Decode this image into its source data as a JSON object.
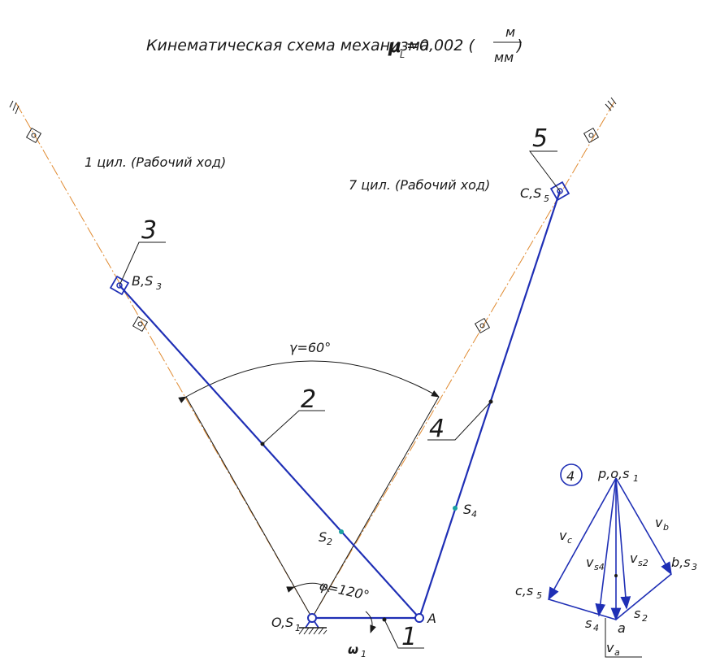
{
  "title": {
    "text": "Кинематическая схема механизма",
    "mu_symbol": "μ",
    "mu_sub": "L",
    "value": "=0,002 (",
    "unit_num": "м",
    "unit_den": "мм",
    "close": ")"
  },
  "cylinders": {
    "left": "1 цил. (Рабочий ход)",
    "right": "7 цил. (Рабочий ход)"
  },
  "angles": {
    "gamma": "γ=60°",
    "phi": "φ=120°",
    "omega_symbol": "ω",
    "omega_sub": "1"
  },
  "link_numbers": {
    "crank": "1",
    "rod_left": "2",
    "slider_left": "3",
    "rod_right": "4",
    "slider_right": "5"
  },
  "points": {
    "O": {
      "main": "O,S",
      "sub": "1"
    },
    "A": {
      "main": "A",
      "sub": ""
    },
    "B": {
      "main": "B,S",
      "sub": "3"
    },
    "C": {
      "main": "C,S",
      "sub": "5"
    },
    "S2": {
      "main": "S",
      "sub": "2"
    },
    "S4": {
      "main": "S",
      "sub": "4"
    }
  },
  "velocity_plan": {
    "badge": "4",
    "pole": {
      "main": "p,o,s",
      "sub": "1"
    },
    "a": "a",
    "b": {
      "main": "b,s",
      "sub": "3"
    },
    "c": {
      "main": "c,s",
      "sub": "5"
    },
    "s2": {
      "main": "s",
      "sub": "2"
    },
    "s4": {
      "main": "s",
      "sub": "4"
    },
    "vc": {
      "main": "v",
      "sub": "c"
    },
    "vb": {
      "main": "v",
      "sub": "b"
    },
    "vs4": {
      "main": "v",
      "sub": "s4"
    },
    "vs2": {
      "main": "v",
      "sub": "s2"
    },
    "va": {
      "main": "v",
      "sub": "a"
    }
  },
  "colors": {
    "links": "#1f2fb5",
    "axis": "#e08a30",
    "lines": "#1a1a1a",
    "point": "#1aa0a0"
  }
}
